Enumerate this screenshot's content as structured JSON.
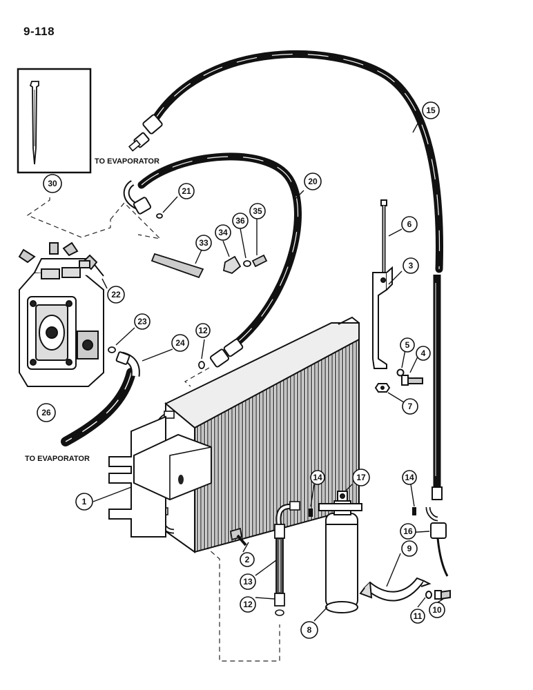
{
  "page_number": "9-118",
  "labels": {
    "to_evaporator_top": "TO EVAPORATOR",
    "to_evaporator_bottom": "TO EVAPORATOR"
  },
  "callouts": [
    "1",
    "2",
    "3",
    "4",
    "5",
    "6",
    "7",
    "8",
    "9",
    "10",
    "11",
    "12",
    "12",
    "13",
    "14",
    "14",
    "15",
    "16",
    "17",
    "20",
    "21",
    "22",
    "23",
    "24",
    "26",
    "30",
    "33",
    "34",
    "35",
    "36"
  ]
}
